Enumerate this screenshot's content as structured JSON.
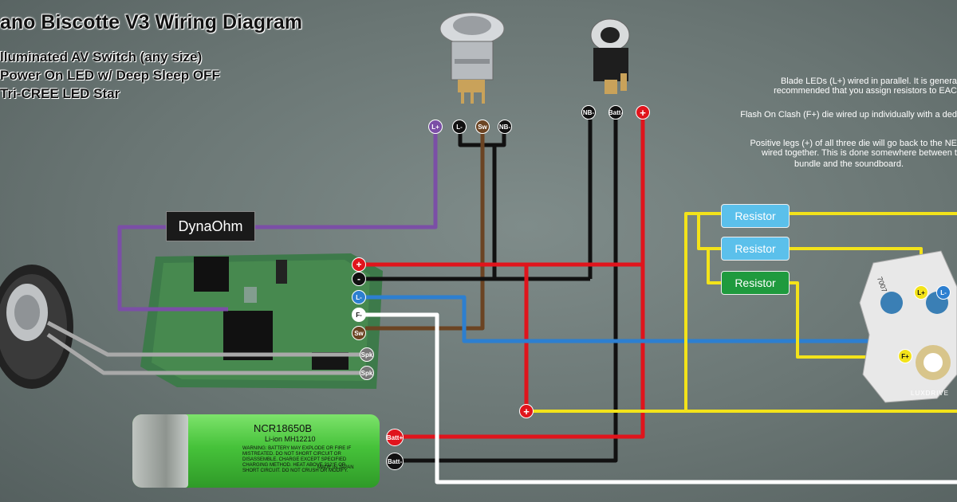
{
  "title": "ano Biscotte V3 Wiring Diagram",
  "features": [
    "lluminated AV Switch (any size)",
    "Power On LED w/ Deep Sleep OFF",
    "Tri-CREE LED Star"
  ],
  "notes": [
    "Blade LEDs (L+) wired in parallel.  It is genera",
    "recommended that you assign resistors to EAC",
    "Flash On Clash (F+) die wired up individually with a ded",
    "Positive legs (+) of all three die will go back to the NE",
    "wired together.  This is done somewhere between t",
    "bundle and the soundboard."
  ],
  "dynaohm_label": "DynaOhm",
  "resistors": [
    {
      "label": "Resistor",
      "color": "#5bc0eb"
    },
    {
      "label": "Resistor",
      "color": "#5bc0eb"
    },
    {
      "label": "Resistor",
      "color": "#1f9a3e"
    }
  ],
  "switch_pins": [
    "L+",
    "L-",
    "Sw",
    "NB-"
  ],
  "recharge_port_pins": [
    "NB-",
    "Batt-",
    "+"
  ],
  "board_pads": [
    "+",
    "-",
    "L-",
    "F-",
    "Sw",
    "Spk",
    "Spk"
  ],
  "battery_pads": [
    "Batt+",
    "Batt-"
  ],
  "led_pads": [
    "L+",
    "L-",
    "F+"
  ],
  "junction_label": "+",
  "battery": {
    "model": "NCR18650B",
    "type": "Li-ion",
    "code": "MH12210",
    "warning": "WARNING: BATTERY MAY EXPLODE OR FIRE IF MISTREATED. DO NOT SHORT CIRCUIT OR DISASSEMBLE. CHARGE EXCEPT SPECIFIED CHARGING METHOD. HEAT ABOVE 212°F OR SHORT CIRCUIT. DO NOT CRUSH OR MODIFY.",
    "origin": "MADE IN JAPAN"
  },
  "led_star_brand": "LUXDRIVE",
  "led_star_code": "7007",
  "wire_colors": {
    "red": "#e0141c",
    "black": "#111111",
    "blue": "#2d7fd0",
    "white": "#ffffff",
    "brown": "#6b4423",
    "purple": "#7b4fa6",
    "gray": "#a9a9a9",
    "yellow": "#f3e31a"
  }
}
